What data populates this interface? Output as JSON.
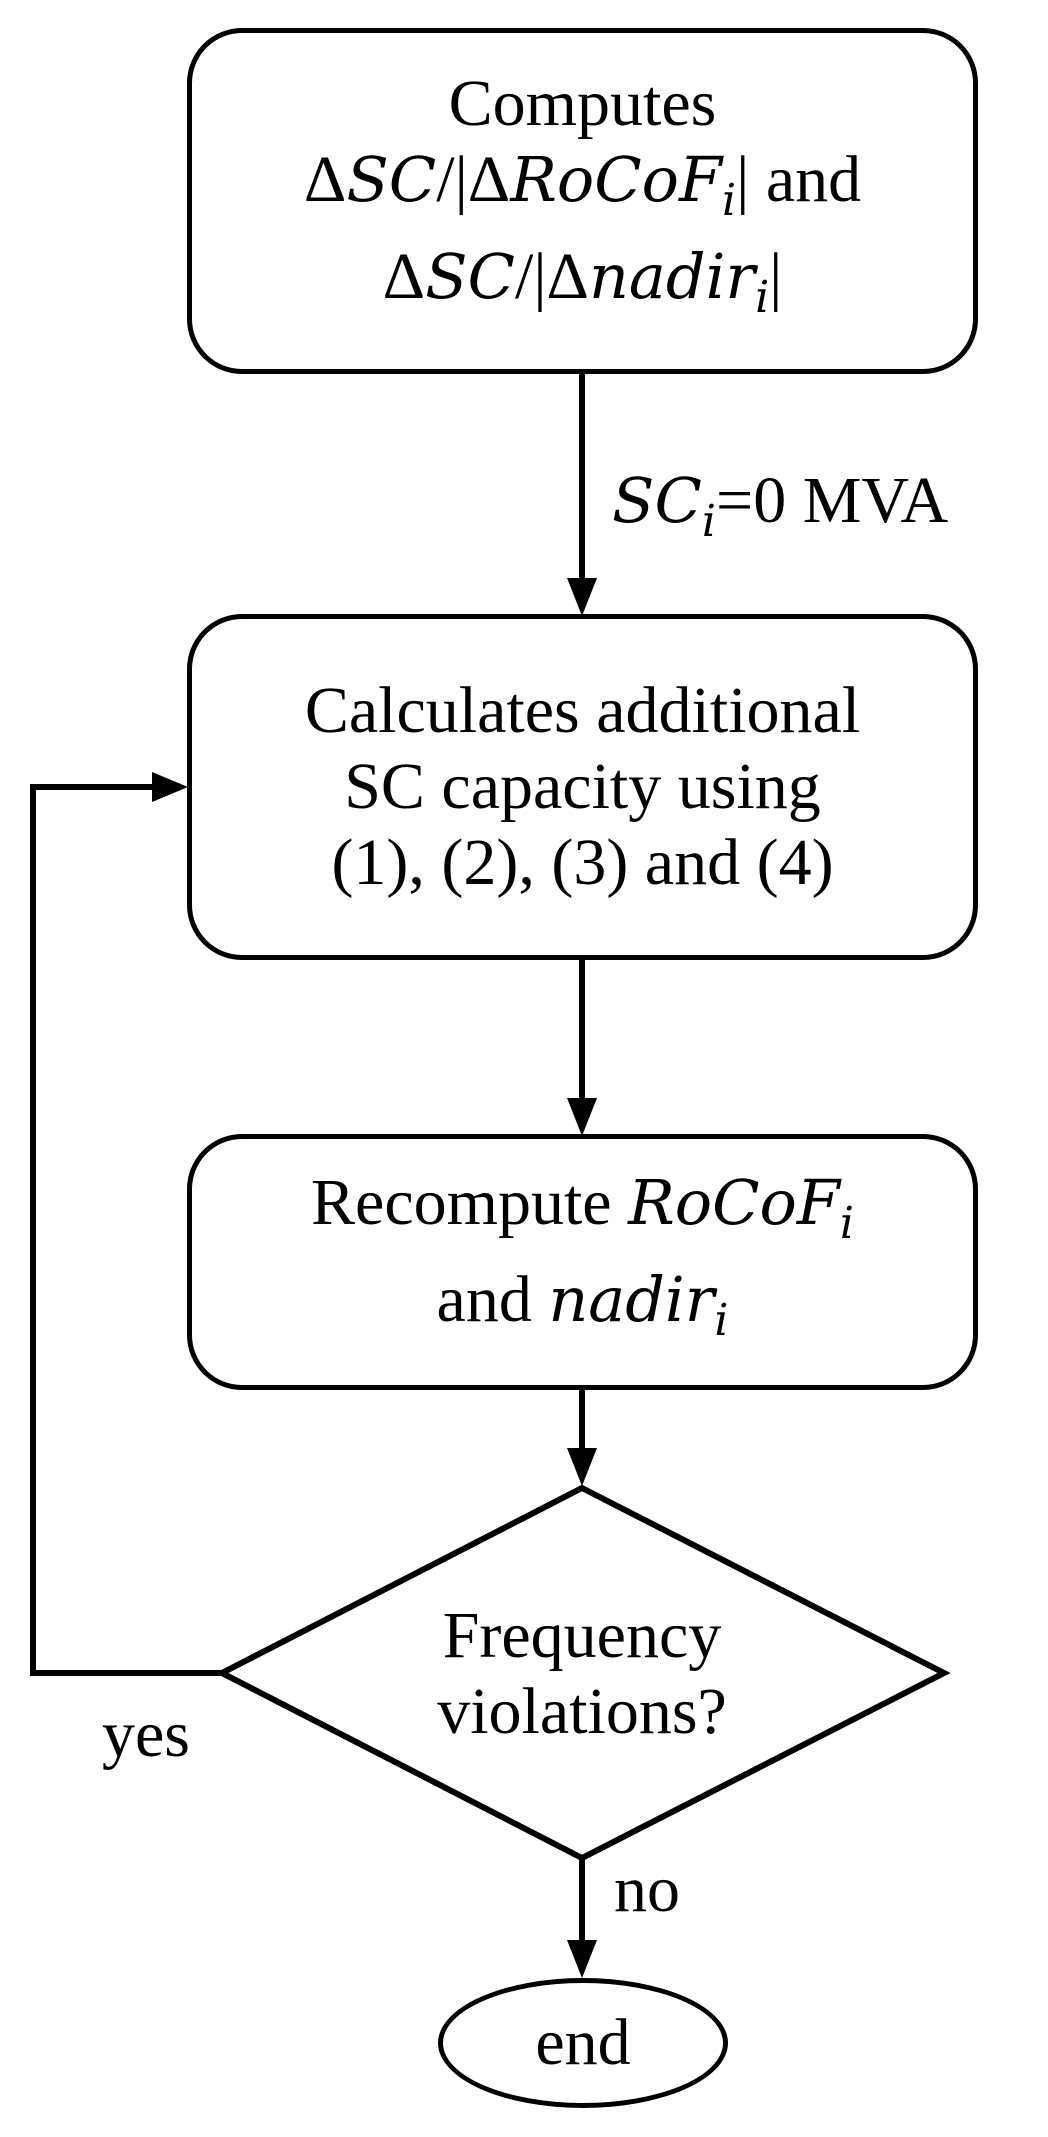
{
  "box1": {
    "line1": "Computes",
    "line2_pre": "Δ",
    "line2_a": "SC",
    "line2_b": "/|Δ",
    "line2_c": "RoCoF",
    "line2_sub": "i",
    "line2_post": "| and",
    "line3_pre": "Δ",
    "line3_a": "SC",
    "line3_b": "/|Δ",
    "line3_c": "nadir",
    "line3_sub": "i",
    "line3_post": "|"
  },
  "arrow1_label": {
    "sc": "SC",
    "sub": "i",
    "rest": "=0 MVA"
  },
  "box2": {
    "line1": "Calculates additional",
    "line2": "SC capacity using",
    "line3": "(1), (2), (3) and (4)"
  },
  "box3": {
    "line1_pre": "Recompute ",
    "line1_var": "RoCoF",
    "line1_sub": "i",
    "line2_pre": "and ",
    "line2_var": "nadir",
    "line2_sub": "i"
  },
  "decision": {
    "line1": "Frequency",
    "line2": "violations?"
  },
  "yes_label": "yes",
  "no_label": "no",
  "end_label": "end"
}
